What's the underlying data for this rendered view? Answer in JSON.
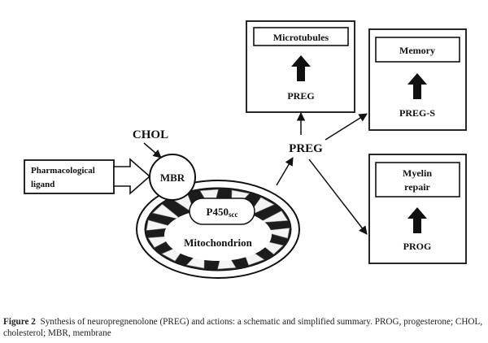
{
  "diagram": {
    "chol": "CHOL",
    "pharmacological_ligand": [
      "Pharmacological",
      "ligand"
    ],
    "mbr": "MBR",
    "p450": {
      "main": "P450",
      "sub": "scc"
    },
    "mitochondrion": "Mitochondrion",
    "preg": "PREG",
    "box_microtubules": {
      "title": "Microtubules",
      "bottom": "PREG"
    },
    "box_memory": {
      "title": "Memory",
      "bottom": "PREG-S"
    },
    "box_myelin": {
      "title": [
        "Myelin",
        "repair"
      ],
      "bottom": "PROG"
    }
  },
  "caption": {
    "figure_label": "Figure 2",
    "text": "Synthesis of neuropregnenolone (PREG) and actions: a schematic and simplified summary. PROG, progesterone; CHOL, cholesterol; MBR, membrane"
  }
}
